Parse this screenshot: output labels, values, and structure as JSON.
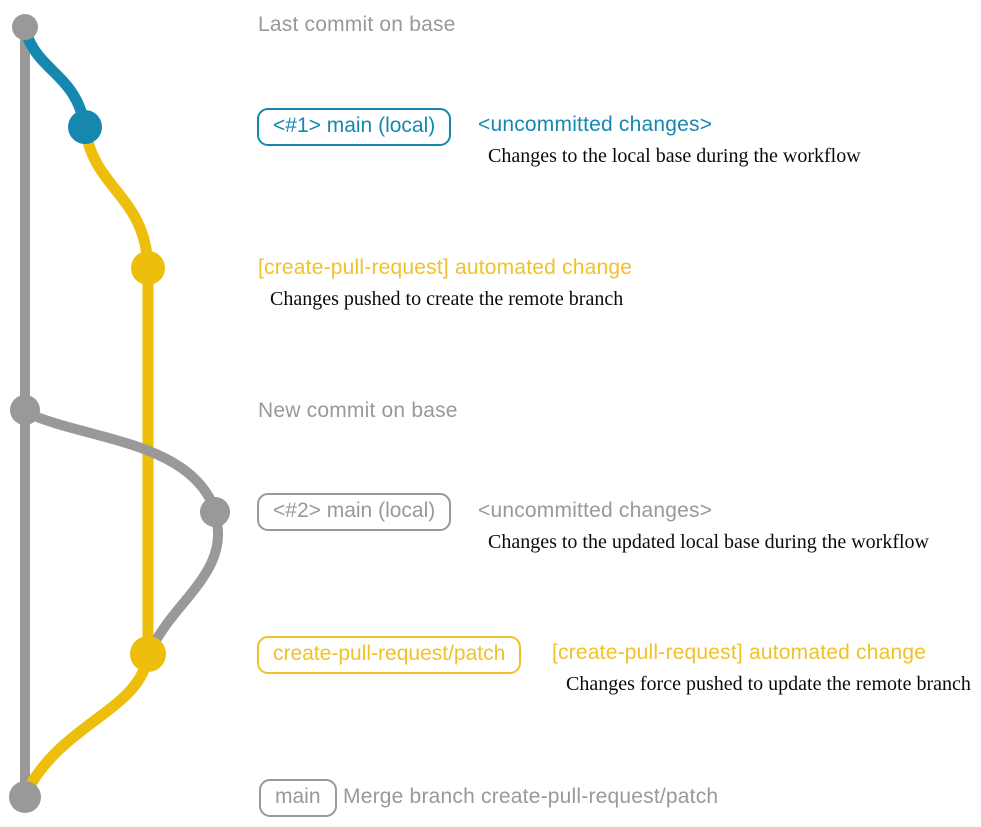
{
  "colors": {
    "gray": "#999999",
    "teal": "#1688b0",
    "yellow": "#edbe0c",
    "yellow_text": "#f2c127"
  },
  "graph": {
    "nodes": [
      {
        "id": "base-last-commit",
        "color": "gray"
      },
      {
        "id": "local-main-1",
        "color": "teal"
      },
      {
        "id": "create-pull-request-commit-1",
        "color": "yellow"
      },
      {
        "id": "base-new-commit",
        "color": "gray"
      },
      {
        "id": "local-main-2",
        "color": "gray"
      },
      {
        "id": "create-pull-request-commit-2",
        "color": "yellow"
      },
      {
        "id": "merge-commit",
        "color": "gray"
      }
    ]
  },
  "rows": {
    "last_commit": {
      "label": "Last commit on base"
    },
    "commit1": {
      "branch_tag": "<#1> main (local)",
      "status": "<uncommitted changes>",
      "description": "Changes to the local base during the workflow"
    },
    "commit2": {
      "message": "[create-pull-request] automated change",
      "description": "Changes pushed to create the remote branch"
    },
    "new_commit": {
      "label": "New commit on base"
    },
    "commit3": {
      "branch_tag": "<#2> main (local)",
      "status": "<uncommitted changes>",
      "description": "Changes to the updated local base during the workflow"
    },
    "commit4": {
      "branch_tag": "create-pull-request/patch",
      "message": "[create-pull-request] automated change",
      "description": "Changes force pushed to update the remote branch"
    },
    "merge": {
      "branch_tag": "main",
      "message": "Merge branch create-pull-request/patch"
    }
  }
}
